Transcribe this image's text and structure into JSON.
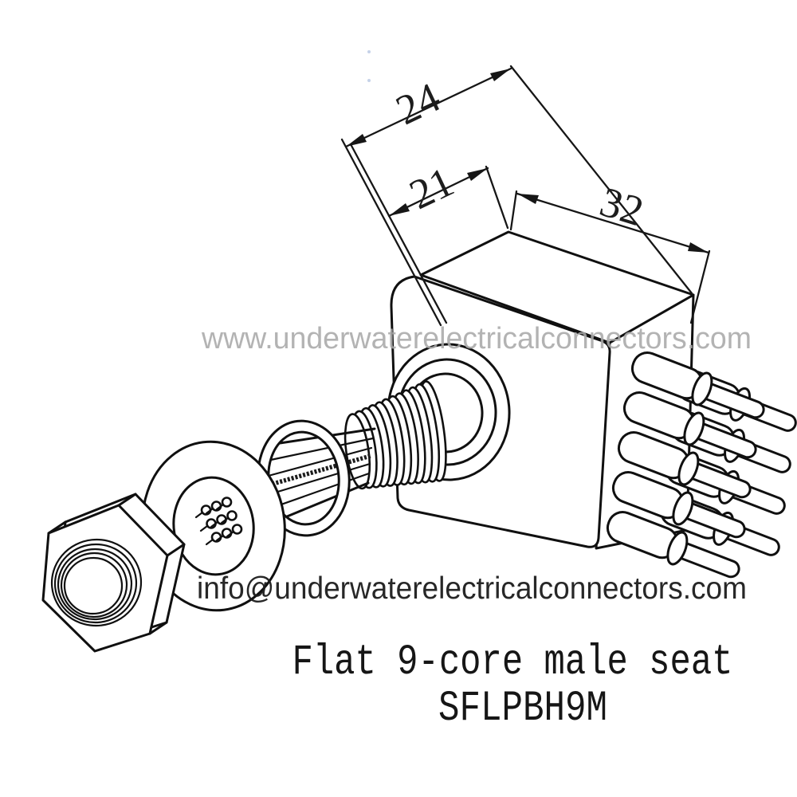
{
  "diagram": {
    "title": "Flat 9-core male seat",
    "model": "SFLPBH9M",
    "dimensions": {
      "top_width": "24",
      "inner_width": "21",
      "side_depth": "32"
    },
    "watermark": {
      "site": "www.underwaterelectricalconnectors.com",
      "email": "info@underwaterelectricalconnectors.com"
    },
    "colors": {
      "line": "#101010",
      "dimension_line": "#161616",
      "watermark_gray": "#a8a8a8",
      "text_dark": "#1b1b1b",
      "background": "#ffffff"
    },
    "parts": {
      "pin_count": 9
    }
  }
}
